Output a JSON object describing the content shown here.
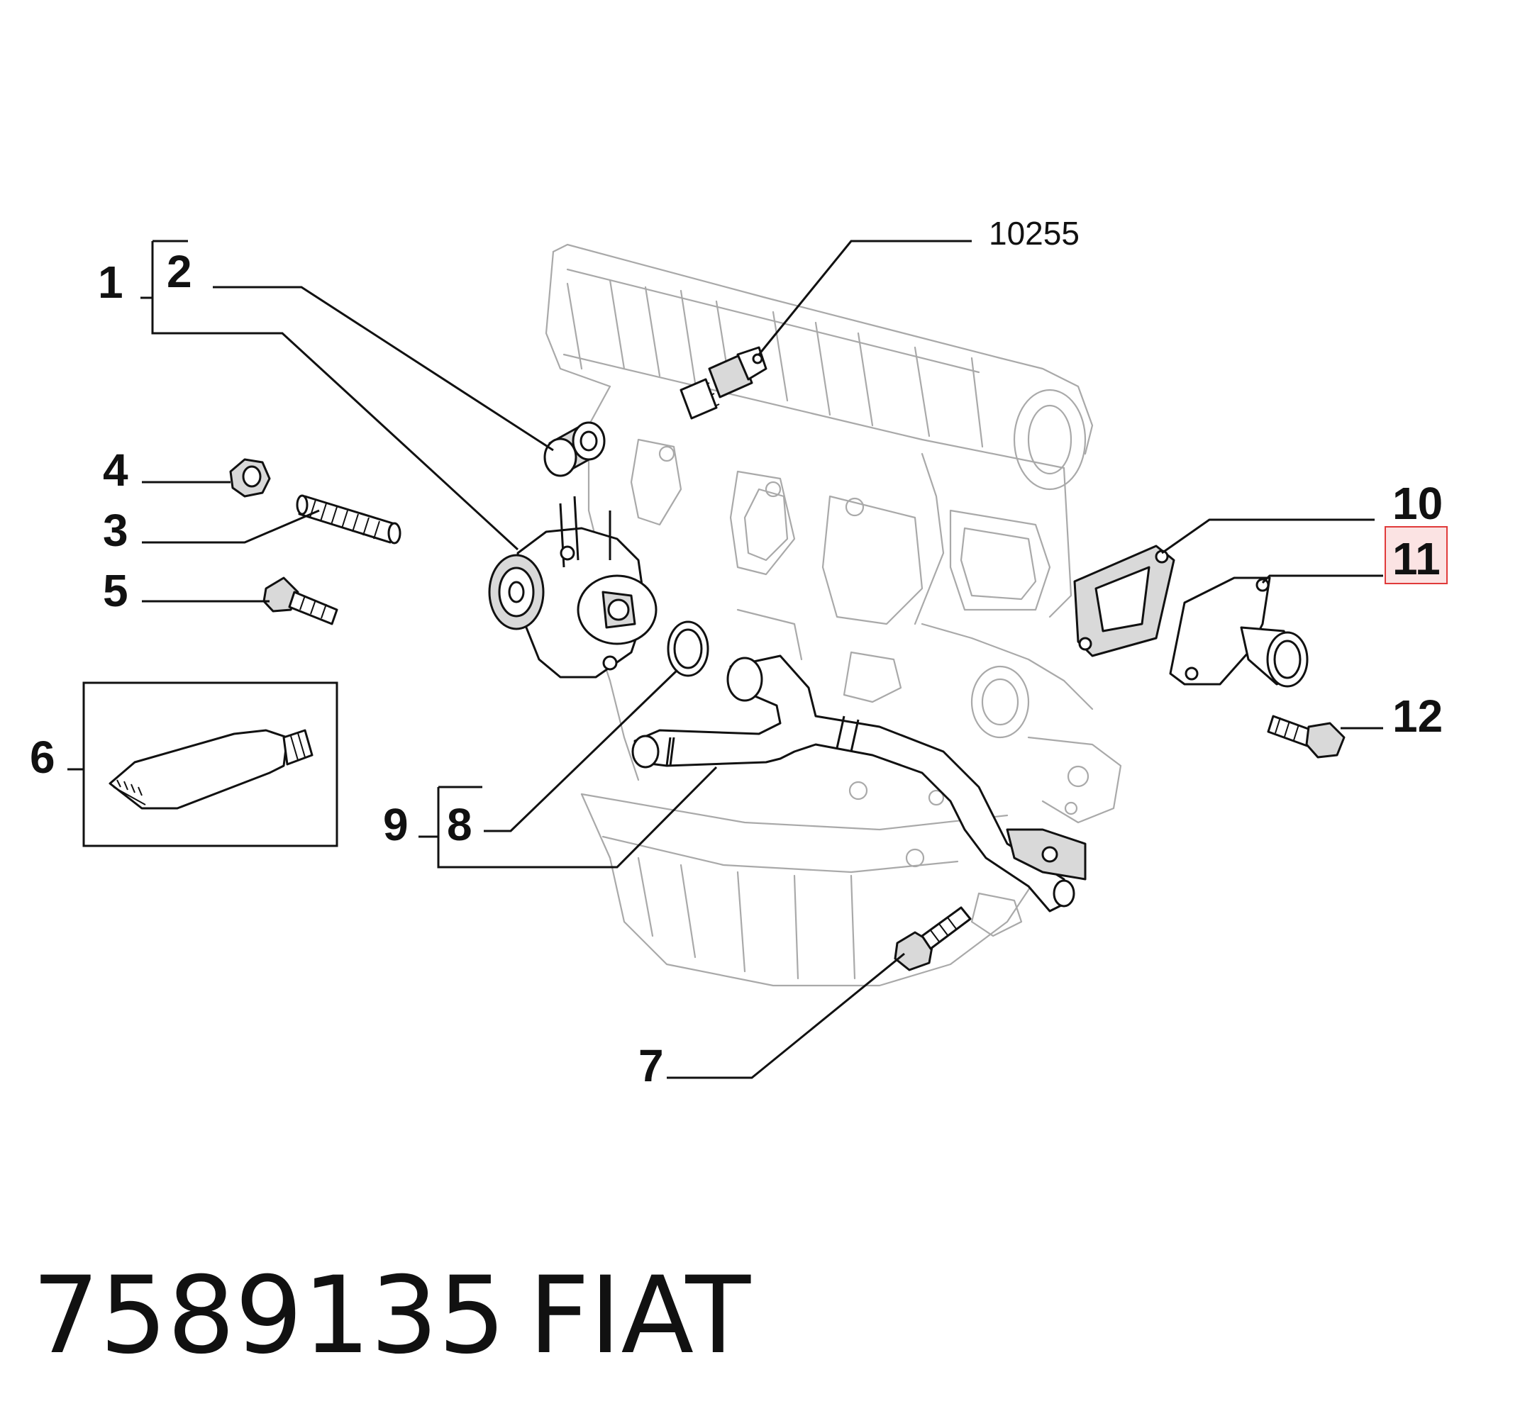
{
  "callouts": {
    "c1": "1",
    "c2": "2",
    "c3": "3",
    "c4": "4",
    "c5": "5",
    "c6": "6",
    "c7": "7",
    "c8": "8",
    "c9": "9",
    "c10": "10",
    "c11": "11",
    "c12": "12",
    "c10255": "10255"
  },
  "highlight": {
    "ref": "11",
    "border_color": "#e03a3a",
    "fill_color": "#fbe3e3"
  },
  "footer": {
    "part_number": "7589135",
    "brand": "FIAT"
  }
}
